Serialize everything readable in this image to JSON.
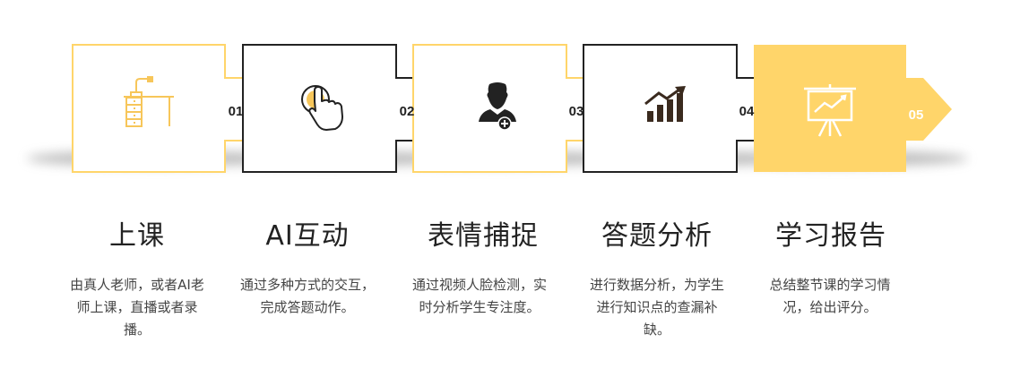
{
  "colors": {
    "accent": "#FFD56A",
    "dark": "#222222",
    "text": "#444444",
    "shadow": "#999999"
  },
  "steps": [
    {
      "number": "01",
      "title": "上课",
      "description": "由真人老师，或者AI老师上课，直播或者录播。",
      "icon": "classroom-desk-icon"
    },
    {
      "number": "02",
      "title": "AI互动",
      "description": "通过多种方式的交互，完成答题动作。",
      "icon": "touch-finger-icon"
    },
    {
      "number": "03",
      "title": "表情捕捉",
      "description": "通过视频人脸检测，实时分析学生专注度。",
      "icon": "user-add-icon"
    },
    {
      "number": "04",
      "title": "答题分析",
      "description": "进行数据分析，为学生进行知识点的查漏补缺。",
      "icon": "growth-bar-chart-icon"
    },
    {
      "number": "05",
      "title": "学习报告",
      "description": "总结整节课的学习情况，给出评分。",
      "icon": "presentation-board-icon"
    }
  ]
}
